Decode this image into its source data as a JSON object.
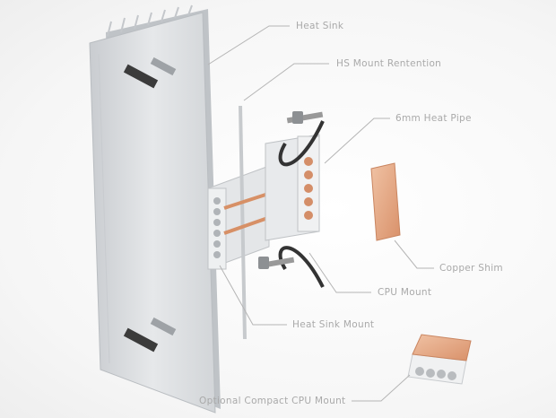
{
  "labels": {
    "heat_sink": "Heat Sink",
    "hs_mount_retention": "HS Mount Rentention",
    "heat_pipe": "6mm Heat Pipe",
    "copper_shim": "Copper Shim",
    "cpu_mount": "CPU Mount",
    "heat_sink_mount": "Heat Sink Mount",
    "optional_cpu_mount": "Optional Compact CPU Mount"
  },
  "colors": {
    "label": "#a9a9a9",
    "leader": "#b5b5b5",
    "aluminum": "#d9dcdf",
    "copper": "#e3a27e"
  }
}
